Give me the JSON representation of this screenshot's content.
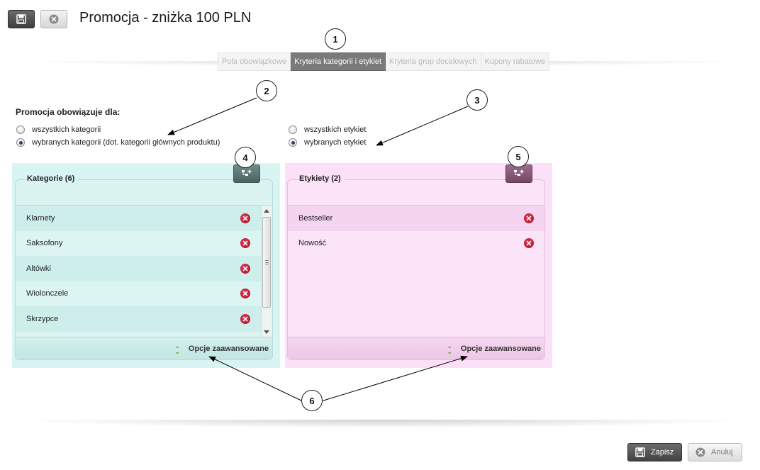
{
  "header": {
    "title": "Promocja - zniżka 100 PLN",
    "save_icon": "floppy-disk-icon",
    "close_icon": "close-circle-icon"
  },
  "tabs": [
    {
      "label": "Pola obowiązkowe",
      "active": false
    },
    {
      "label": "Kryteria kategorii i etykiet",
      "active": true
    },
    {
      "label": "Kryteria grup docelowych",
      "active": false
    },
    {
      "label": "Kupony rabatowe",
      "active": false
    }
  ],
  "callouts": [
    "1",
    "2",
    "3",
    "4",
    "5",
    "6"
  ],
  "scope": {
    "label": "Promocja obowiązuje dla:",
    "categories": {
      "all": "wszystkich kategorii",
      "selected": "wybranych kategorii (dot. kategorii głównych produktu)",
      "value": "selected"
    },
    "tags": {
      "all": "wszystkich etykiet",
      "selected": "wybranych etykiet",
      "value": "selected"
    }
  },
  "categories_panel": {
    "title": "Kategorie (6)",
    "items": [
      "Klarnety",
      "Saksofony",
      "Altówki",
      "Wiolonczele",
      "Skrzypce"
    ],
    "advanced_label": "Opcje zaawansowane",
    "background": "#d8f5f3"
  },
  "tags_panel": {
    "title": "Etykiety (2)",
    "items": [
      "Bestseller",
      "Nowość"
    ],
    "advanced_label": "Opcje zaawansowane",
    "background": "#fbe0f7"
  },
  "footer": {
    "save_label": "Zapisz",
    "cancel_label": "Anuluj"
  }
}
